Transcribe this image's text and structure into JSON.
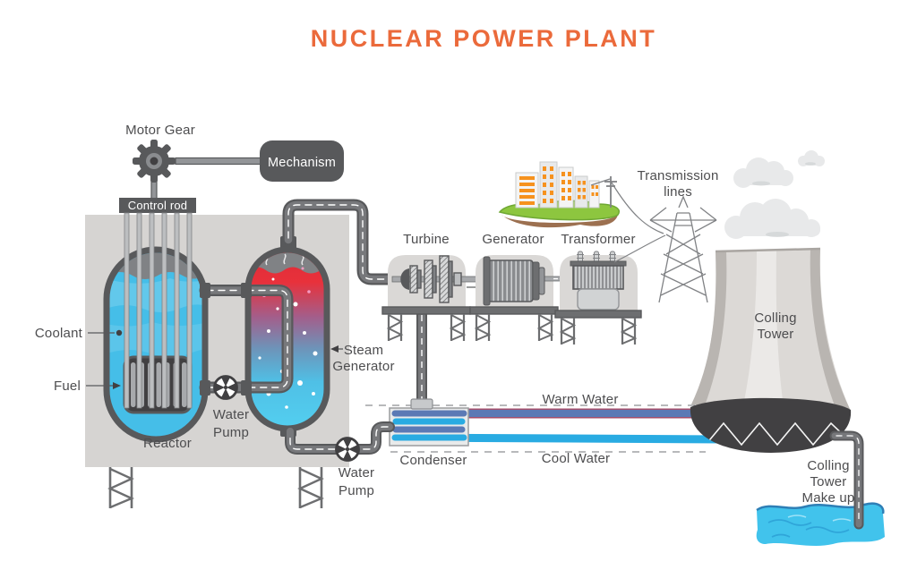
{
  "title": "NUCLEAR POWER PLANT",
  "labels": {
    "motor_gear": "Motor Gear",
    "mechanism": "Mechanism",
    "control_rod": "Control rod",
    "coolant": "Coolant",
    "fuel": "Fuel",
    "reactor": "Reactor",
    "primary_water_pump": {
      "line1": "Water",
      "line2": "Pump"
    },
    "steam_generator": {
      "line1": "Steam",
      "line2": "Generator"
    },
    "turbine": "Turbine",
    "generator": "Generator",
    "transformer": "Transformer",
    "transmission_lines": {
      "line1": "Transmission",
      "line2": "lines"
    },
    "cooling_tower": {
      "line1": "Colling",
      "line2": "Tower"
    },
    "warm_water": "Warm Water",
    "cool_water": "Cool Water",
    "condenser": "Condenser",
    "feedwater_pump": {
      "line1": "Water",
      "line2": "Pump"
    },
    "cooling_tower_makeup": {
      "line1": "Colling",
      "line2": "Tower",
      "line3": "Make up"
    }
  },
  "colors": {
    "title_orange": "#EB6A3B",
    "outline_dark_gray": "#58595B",
    "pipe_gray": "#6D6E70",
    "containment_gray": "#D6D4D2",
    "coolant_blue": "#45BEE8",
    "hot_red": "#E8313B",
    "cool_water_cyan": "#29ABE2",
    "warm_water_blue": "#5B79B5",
    "grass_green": "#8DC63F",
    "window_orange": "#F6921E",
    "cloud_gray": "#E8E9EA",
    "tower_base_dark": "#414042",
    "makeup_water_cyan": "#41C3EC"
  }
}
